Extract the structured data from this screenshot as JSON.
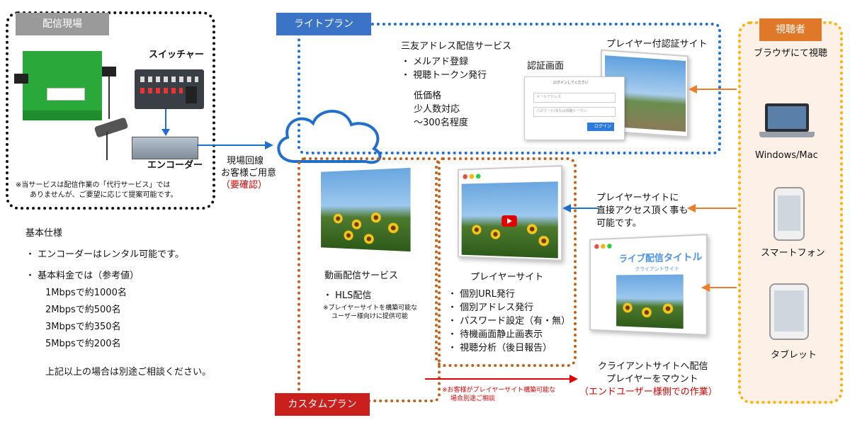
{
  "site": {
    "title": "配信現場",
    "switcher": "スイッチャー",
    "encoder": "エンコーダー",
    "note_line1": "※当サービスは配信作業の「代行サービス」では",
    "note_line2": "ありませんが、ご要望に応じて提案可能です。"
  },
  "line": {
    "l1": "現場回線",
    "l2": "お客様ご用意",
    "l3": "（要確認）"
  },
  "spec": {
    "title": "基本仕様",
    "item1": "・ エンコーダーはレンタル可能です。",
    "item2": "・ 基本料金では（参考値）",
    "rates": [
      "1Mbpsで約1000名",
      "2Mbpsで約500名",
      "3Mbpsで約350名",
      "5Mbpsで約200名"
    ],
    "footer": "上記以上の場合は別途ご相談ください。"
  },
  "lite": {
    "tab": "ライトプラン",
    "service": "三友アドレス配信サービス",
    "b1": "・ メルアド登録",
    "b2": "・ 視聴トークン発行",
    "p1": "低価格",
    "p2": "少人数対応",
    "p3": "～300名程度",
    "auth_label": "認証画面",
    "auth_site": "プレイヤー付認証サイト",
    "login_title": "ログインしてください",
    "login_email": "メールアドレス",
    "login_pw": "パスワード/または視聴トークン",
    "login_btn": "ログイン"
  },
  "custom": {
    "tab": "カスタムプラン",
    "video_title": "動画配信サービス",
    "video_b1": "・ HLS配信",
    "video_n1": "※プレイヤーサイトを構築可能な",
    "video_n2": "ユーザー様向けに提供可能",
    "player_title": "プレイヤーサイト",
    "player_items": [
      "・ 個別URL発行",
      "・ 個別アドレス発行",
      "・ パスワード設定（有・無）",
      "・ 待機画面静止画表示",
      "・ 視聴分析（後日報告）"
    ],
    "note1": "※お客様がプレイヤーサイト構築可能な",
    "note2": "場合別途ご相談"
  },
  "client": {
    "direct1": "プレイヤーサイトに",
    "direct2": "直接アクセス頂く事も",
    "direct3": "可能です。",
    "site_title": "ライブ配信タイトル",
    "site_sub": "クライアントサイト",
    "mount1": "クライアントサイトへ配信",
    "mount2": "プレイヤーをマウント",
    "mount3": "（エンドユーザー様側での作業）"
  },
  "viewer": {
    "tab": "視聴者",
    "browser": "ブラウザにて視聴",
    "pc": "Windows/Mac",
    "phone": "スマートフォン",
    "tablet": "タブレット"
  },
  "colors": {
    "blue": "#1f6fcf",
    "orange": "#c0601a",
    "gold": "#f5b400",
    "red": "#e00000",
    "arrow_orange": "#ee7d2b"
  }
}
